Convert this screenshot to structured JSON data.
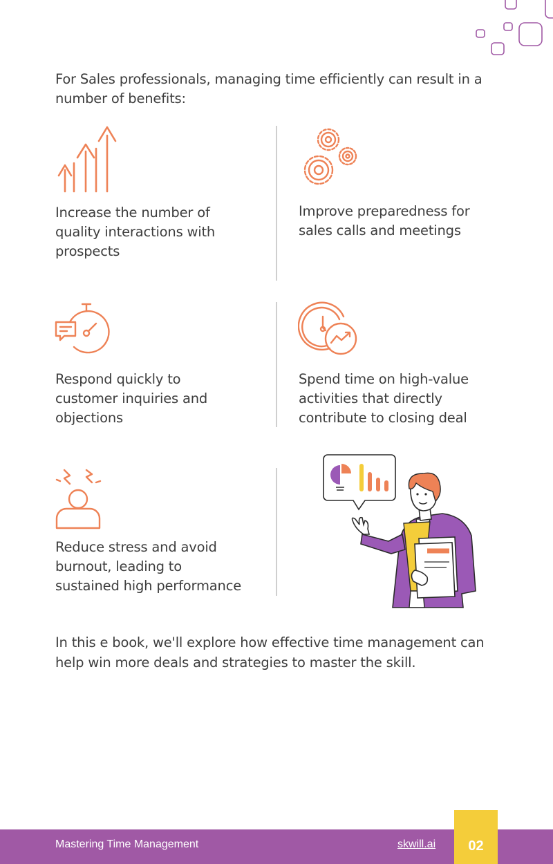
{
  "intro": "For Sales professionals, managing time efficiently can result in a number of benefits:",
  "benefits": [
    {
      "icon": "growth-arrows-icon",
      "text": "Increase the number of\nquality interactions with\nprospects"
    },
    {
      "icon": "gears-icon",
      "text": "Improve preparedness for\nsales calls and meetings"
    },
    {
      "icon": "stopwatch-chat-icon",
      "text": "Respond quickly to\ncustomer inquiries and\nobjections"
    },
    {
      "icon": "clock-growth-icon",
      "text": "Spend time on high-value\nactivities that directly\ncontribute to closing deal"
    },
    {
      "icon": "stressed-person-icon",
      "text": "Reduce stress and avoid\nburnout, leading to\nsustained high performance"
    }
  ],
  "outro": "In this e book, we'll explore how effective time management can help win more deals and strategies to master the skill.",
  "footer": {
    "title": "Mastering Time Management",
    "link": "skwill.ai",
    "page_number": "02"
  },
  "colors": {
    "icon_orange": "#ee8256",
    "footer_purple": "#a059a5",
    "page_yellow": "#f4cd3a",
    "text": "#3d3d3d"
  }
}
